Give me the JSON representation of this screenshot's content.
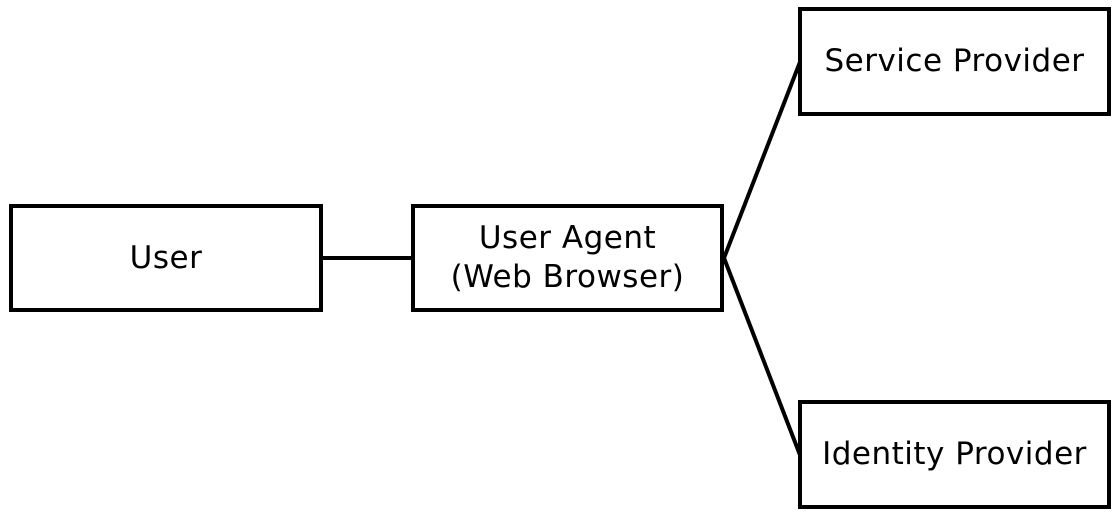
{
  "diagram": {
    "nodes": {
      "user": {
        "label": "User"
      },
      "user_agent": {
        "line1": "User Agent",
        "line2": "(Web Browser)"
      },
      "service_provider": {
        "label": "Service Provider"
      },
      "identity_provider": {
        "label": "Identity Provider"
      }
    },
    "edges": [
      {
        "from": "user",
        "to": "user_agent"
      },
      {
        "from": "user_agent",
        "to": "service_provider"
      },
      {
        "from": "user_agent",
        "to": "identity_provider"
      }
    ],
    "colors": {
      "stroke": "#000000",
      "fill": "#ffffff",
      "text": "#000000"
    }
  }
}
